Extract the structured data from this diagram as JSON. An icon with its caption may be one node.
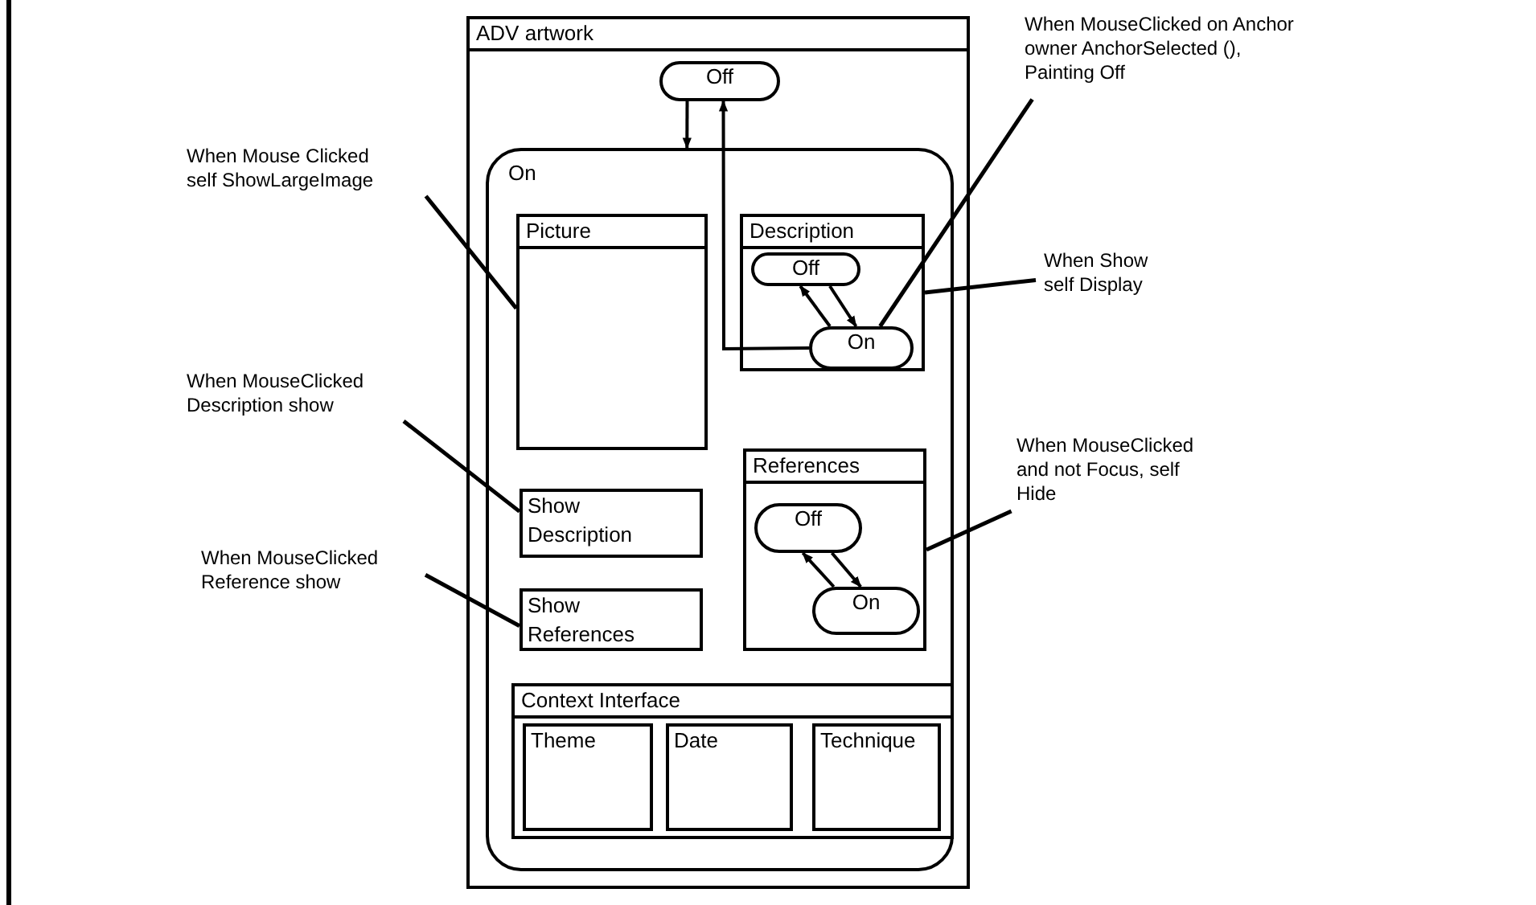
{
  "diagram": {
    "nodes": [
      {
        "text": [
          "ADV artwork"
        ]
      },
      {
        "text": [
          "Off"
        ],
        "in": 0
      },
      {
        "text": [
          "On"
        ],
        "in": 0
      },
      {
        "text": [
          "Picture"
        ],
        "in": 2
      },
      {
        "text": [
          "Description"
        ],
        "in": 2
      },
      {
        "text": [
          "Off"
        ],
        "in": 4
      },
      {
        "text": [
          "On"
        ],
        "in": 4
      },
      {
        "text": [
          "Show Description"
        ],
        "in": 2
      },
      {
        "text": [
          "Show References"
        ],
        "in": 2
      },
      {
        "text": [
          "References"
        ],
        "in": 2
      },
      {
        "text": [
          "Off"
        ],
        "in": 9
      },
      {
        "text": [
          "On"
        ],
        "in": 9
      },
      {
        "text": [
          "Context Interface"
        ],
        "in": 2
      },
      {
        "text": [
          "Theme"
        ],
        "in": 12
      },
      {
        "text": [
          "Date"
        ],
        "in": 12
      },
      {
        "text": [
          "Technique"
        ],
        "in": 12
      },
      {
        "text": [
          "When Mouse Clicked self ShowLargeImage"
        ]
      },
      {
        "text": [
          "When MouseClicked Description show"
        ]
      },
      {
        "text": [
          "When MouseClicked Reference show"
        ]
      },
      {
        "text": [
          "When MouseClicked on Anchor owner AnchorSelected (), Painting Off"
        ]
      },
      {
        "text": [
          "When Show self Display"
        ]
      },
      {
        "text": [
          "When MouseClicked and not Focus, self Hide"
        ]
      }
    ],
    "edges": [
      {
        "from": 1,
        "to": 2,
        "arrow": "to"
      },
      {
        "from": 6,
        "to": 1,
        "arrow": "to"
      },
      {
        "from": 5,
        "to": 6,
        "arrow": "to"
      },
      {
        "from": 6,
        "to": 5,
        "arrow": "to"
      },
      {
        "from": 10,
        "to": 11,
        "arrow": "to"
      },
      {
        "from": 11,
        "to": 10,
        "arrow": "to"
      },
      {
        "from": 16,
        "to": 3,
        "arrow": "none"
      },
      {
        "from": 17,
        "to": 7,
        "arrow": "none"
      },
      {
        "from": 18,
        "to": 8,
        "arrow": "none"
      },
      {
        "from": 19,
        "to": 6,
        "arrow": "none"
      },
      {
        "from": 20,
        "to": 4,
        "arrow": "none"
      },
      {
        "from": 21,
        "to": 9,
        "arrow": "none"
      }
    ]
  }
}
